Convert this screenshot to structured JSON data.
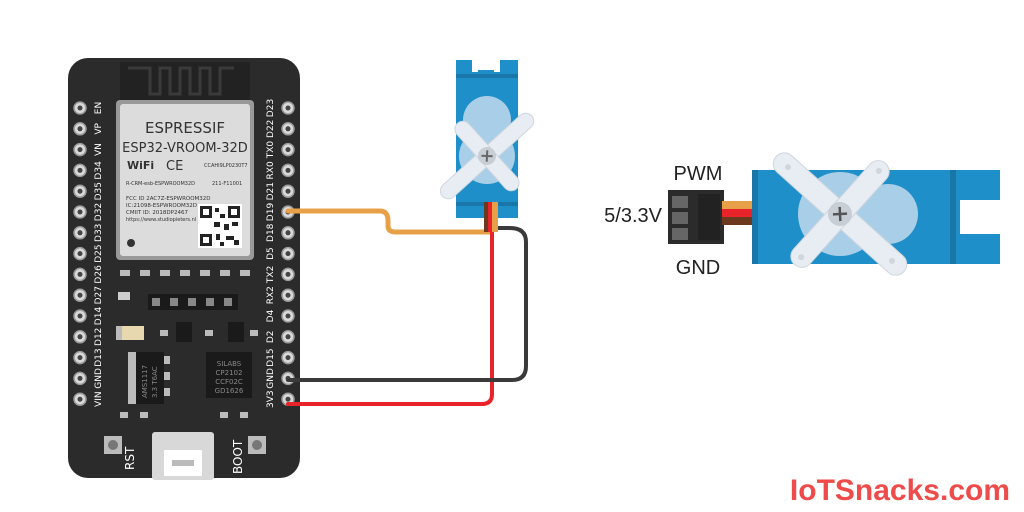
{
  "board": {
    "pins_left": [
      "EN",
      "VP",
      "VN",
      "D34",
      "D35",
      "D32",
      "D33",
      "D25",
      "D26",
      "D27",
      "D14",
      "D12",
      "D13",
      "GND",
      "VIN"
    ],
    "pins_right": [
      "D23",
      "D22",
      "TX0",
      "RX0",
      "D21",
      "D19",
      "D18",
      "D5",
      "TX2",
      "RX2",
      "D4",
      "D2",
      "D15",
      "GND",
      "3V3"
    ],
    "module": {
      "brand": "ESPRESSIF",
      "model": "ESP32-VROOM-32D",
      "wifi": "WiFi",
      "ce": "CE",
      "cert": "CCAHI9LP0230T7",
      "line1": "R-CRM-esb-ESPWROOM32D",
      "line2": "FCC ID 2AC7Z-ESPWROOM32D",
      "line3": "IC:21098-ESPWROOM32D",
      "line4": "CMIIT ID: 2018DP2467",
      "line5": "https://www.studiopieters.nl",
      "mark": "211-F11001"
    },
    "chip_regulator": [
      "AMS1117",
      "3.3 T6AC"
    ],
    "chip_usb": [
      "SILABS",
      "CP2102",
      "CCF02C",
      "GD1626"
    ],
    "button_left": "RST",
    "button_right": "BOOT"
  },
  "servo_pinout": {
    "pwm": "PWM",
    "vcc": "5/3.3V",
    "gnd": "GND"
  },
  "colors": {
    "board": "#2b2b2b",
    "servo_body": "#1e8fc8",
    "signal_wire": "#e8a048",
    "power_wire": "#e8242a",
    "ground_wire": "#3a3a3a",
    "brand": "#ee4b4b"
  },
  "brand": "IoTSnacks.com"
}
